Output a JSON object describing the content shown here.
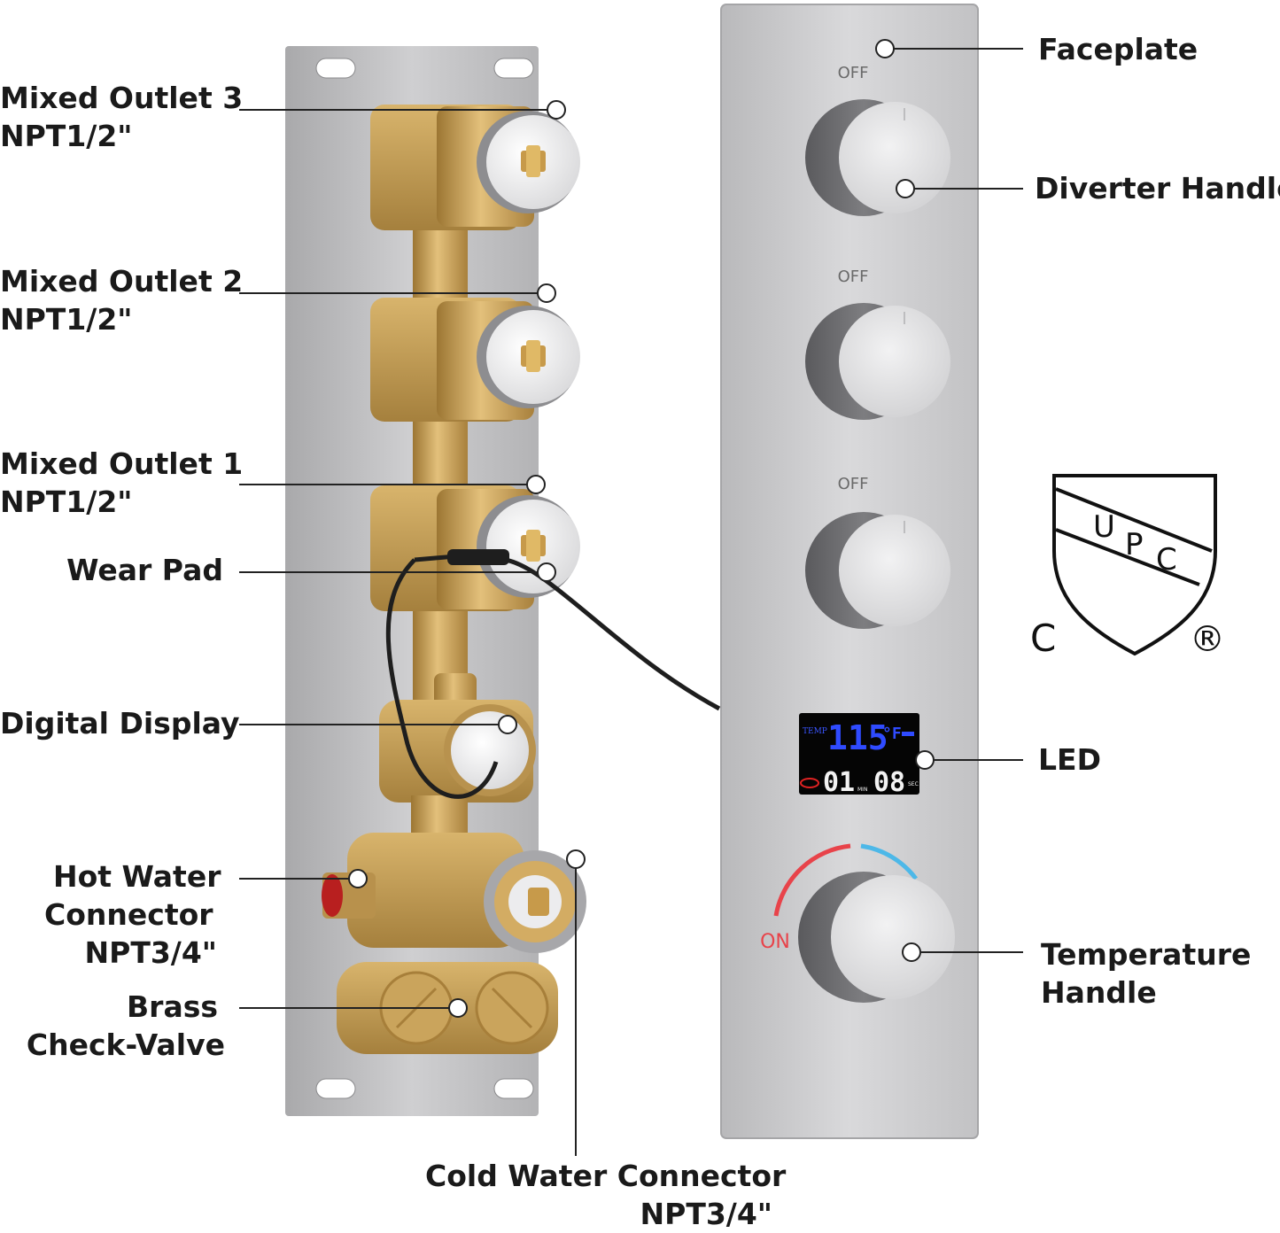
{
  "labels": {
    "mixed_outlet_3": [
      "Mixed Outlet 3",
      "NPT1/2\""
    ],
    "mixed_outlet_2": [
      "Mixed Outlet 2",
      "NPT1/2\""
    ],
    "mixed_outlet_1": [
      "Mixed Outlet 1",
      "NPT1/2\""
    ],
    "wear_pad": "Wear Pad",
    "digital_display": "Digital Display",
    "hot_water": [
      "Hot Water",
      "Connector",
      "NPT3/4\""
    ],
    "brass_check_valve": [
      "Brass",
      "Check-Valve"
    ],
    "cold_water": [
      "Cold Water Connector",
      "NPT3/4\""
    ],
    "faceplate": "Faceplate",
    "diverter_handle": "Diverter Handle",
    "led": "LED",
    "temperature_handle": [
      "Temperature",
      "Handle"
    ]
  },
  "faceplate": {
    "off_labels": [
      "OFF",
      "OFF",
      "OFF"
    ],
    "on_label": "ON"
  },
  "led_display": {
    "temp_tag": "TEMP",
    "temperature": "115",
    "unit": "°F",
    "time_minutes": "01",
    "time_seconds": "08",
    "min_tag": "MIN",
    "sec_tag": "SEC"
  },
  "upc_mark": {
    "letters": [
      "U",
      "P",
      "C"
    ],
    "left_letter": "C",
    "registered": "®"
  },
  "colors": {
    "brass": "#c9a15f",
    "steel": "#c4c4c6",
    "knob_dark": "#6b6b6e",
    "led_blue": "#2f4bff",
    "hot_arc": "#e8434a",
    "cold_arc": "#4db8e8"
  }
}
